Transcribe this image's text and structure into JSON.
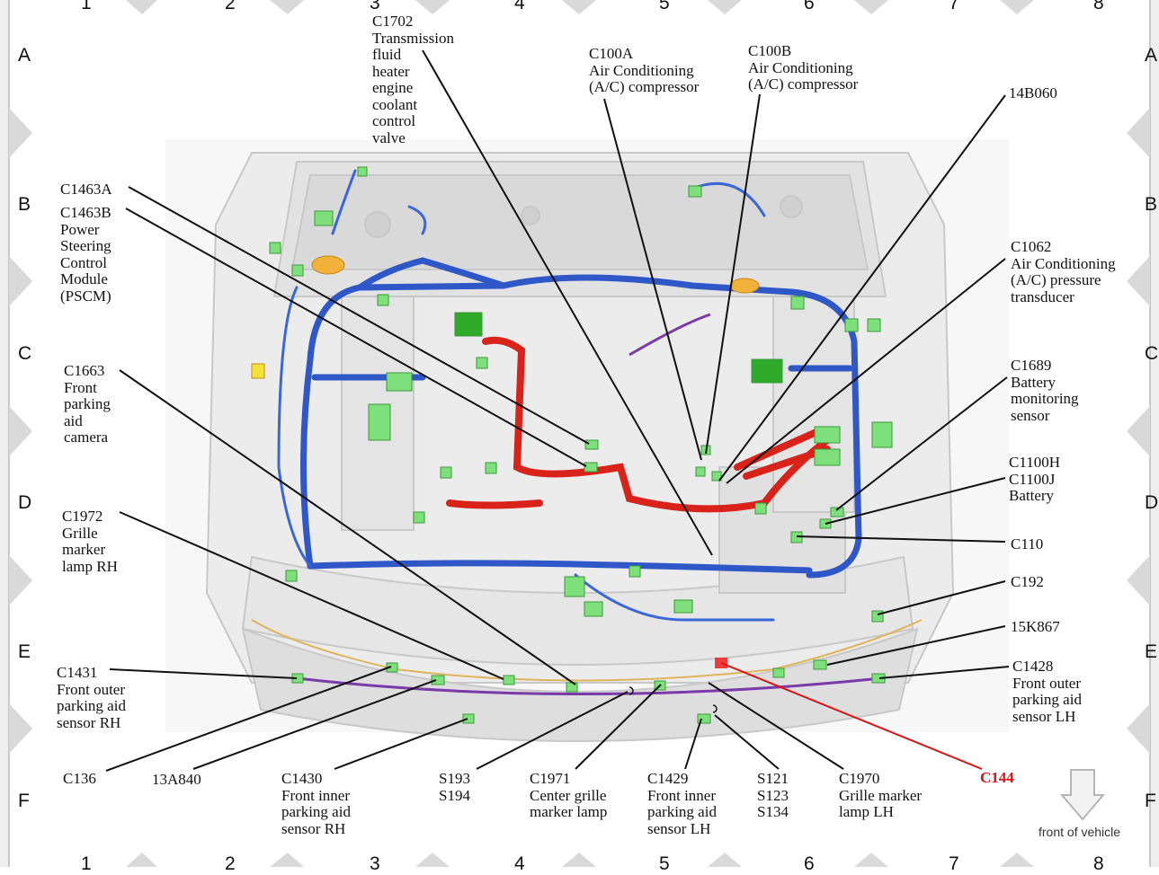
{
  "grid": {
    "columns": [
      "1",
      "2",
      "3",
      "4",
      "5",
      "6",
      "7",
      "8"
    ],
    "rows": [
      "A",
      "B",
      "C",
      "D",
      "E",
      "F"
    ]
  },
  "labels": {
    "c1702": "C1702\nTransmission\nfluid\nheater\nengine\ncoolant\ncontrol\nvalve",
    "c100a": "C100A\nAir Conditioning\n(A/C) compressor",
    "c100b": "C100B\nAir Conditioning\n(A/C) compressor",
    "n14b060": "14B060",
    "c1463a": "C1463A",
    "c1463b": "C1463B\nPower\nSteering\nControl\nModule\n(PSCM)",
    "c1062": "C1062\nAir Conditioning\n(A/C) pressure\ntransducer",
    "c1663": "C1663\nFront\nparking\naid\ncamera",
    "c1689": "C1689\nBattery\nmonitoring\nsensor",
    "c1100": "C1100H\nC1100J\nBattery",
    "c1972": "C1972\nGrille\nmarker\nlamp RH",
    "c110": "C110",
    "c192": "C192",
    "n15k867": "15K867",
    "c1431": "C1431\nFront outer\nparking aid\nsensor RH",
    "c1428": "C1428\nFront outer\nparking aid\nsensor LH",
    "c136": "C136",
    "n13a840": "13A840",
    "c1430": "C1430\nFront inner\nparking aid\nsensor RH",
    "s193": "S193\nS194",
    "c1971": "C1971\nCenter grille\nmarker lamp",
    "c1429": "C1429\nFront inner\nparking aid\nsensor LH",
    "s121": "S121\nS123\nS134",
    "c1970": "C1970\nGrille marker\nlamp LH",
    "c144": "C144"
  },
  "footer": {
    "front_of_vehicle": "front of vehicle"
  },
  "colors": {
    "harness_blue": "#2f57c8",
    "harness_red": "#d8221a",
    "harness_purple": "#7a3aa8",
    "connector_green": "#7de07a",
    "connector_orange": "#f2b13a",
    "c144_leader": "#d11"
  }
}
